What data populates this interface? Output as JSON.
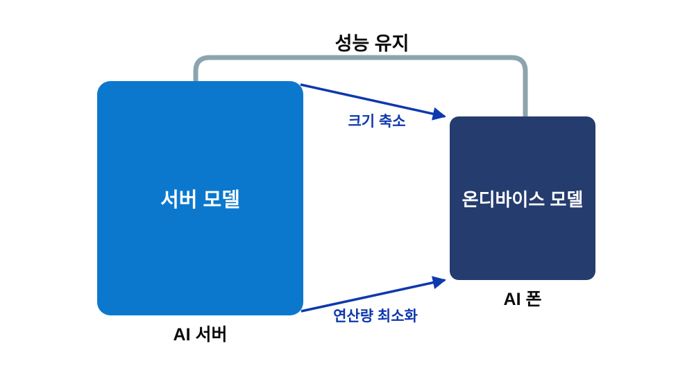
{
  "diagram": {
    "top_label": "성능 유지",
    "server_box": {
      "label": "서버 모델",
      "caption": "AI 서버"
    },
    "device_box": {
      "label": "온디바이스 모델",
      "caption": "AI 폰"
    },
    "arrow_top": {
      "label": "크기 축소"
    },
    "arrow_bottom": {
      "label": "연산량 최소화"
    },
    "colors": {
      "server_box_fill": "#0b78ce",
      "device_box_fill": "#253c6e",
      "bracket_stroke": "#8ca4ae",
      "arrow_stroke": "#0e38ad",
      "caption_text": "#0a0a0a",
      "box_text": "#ffffff"
    }
  }
}
